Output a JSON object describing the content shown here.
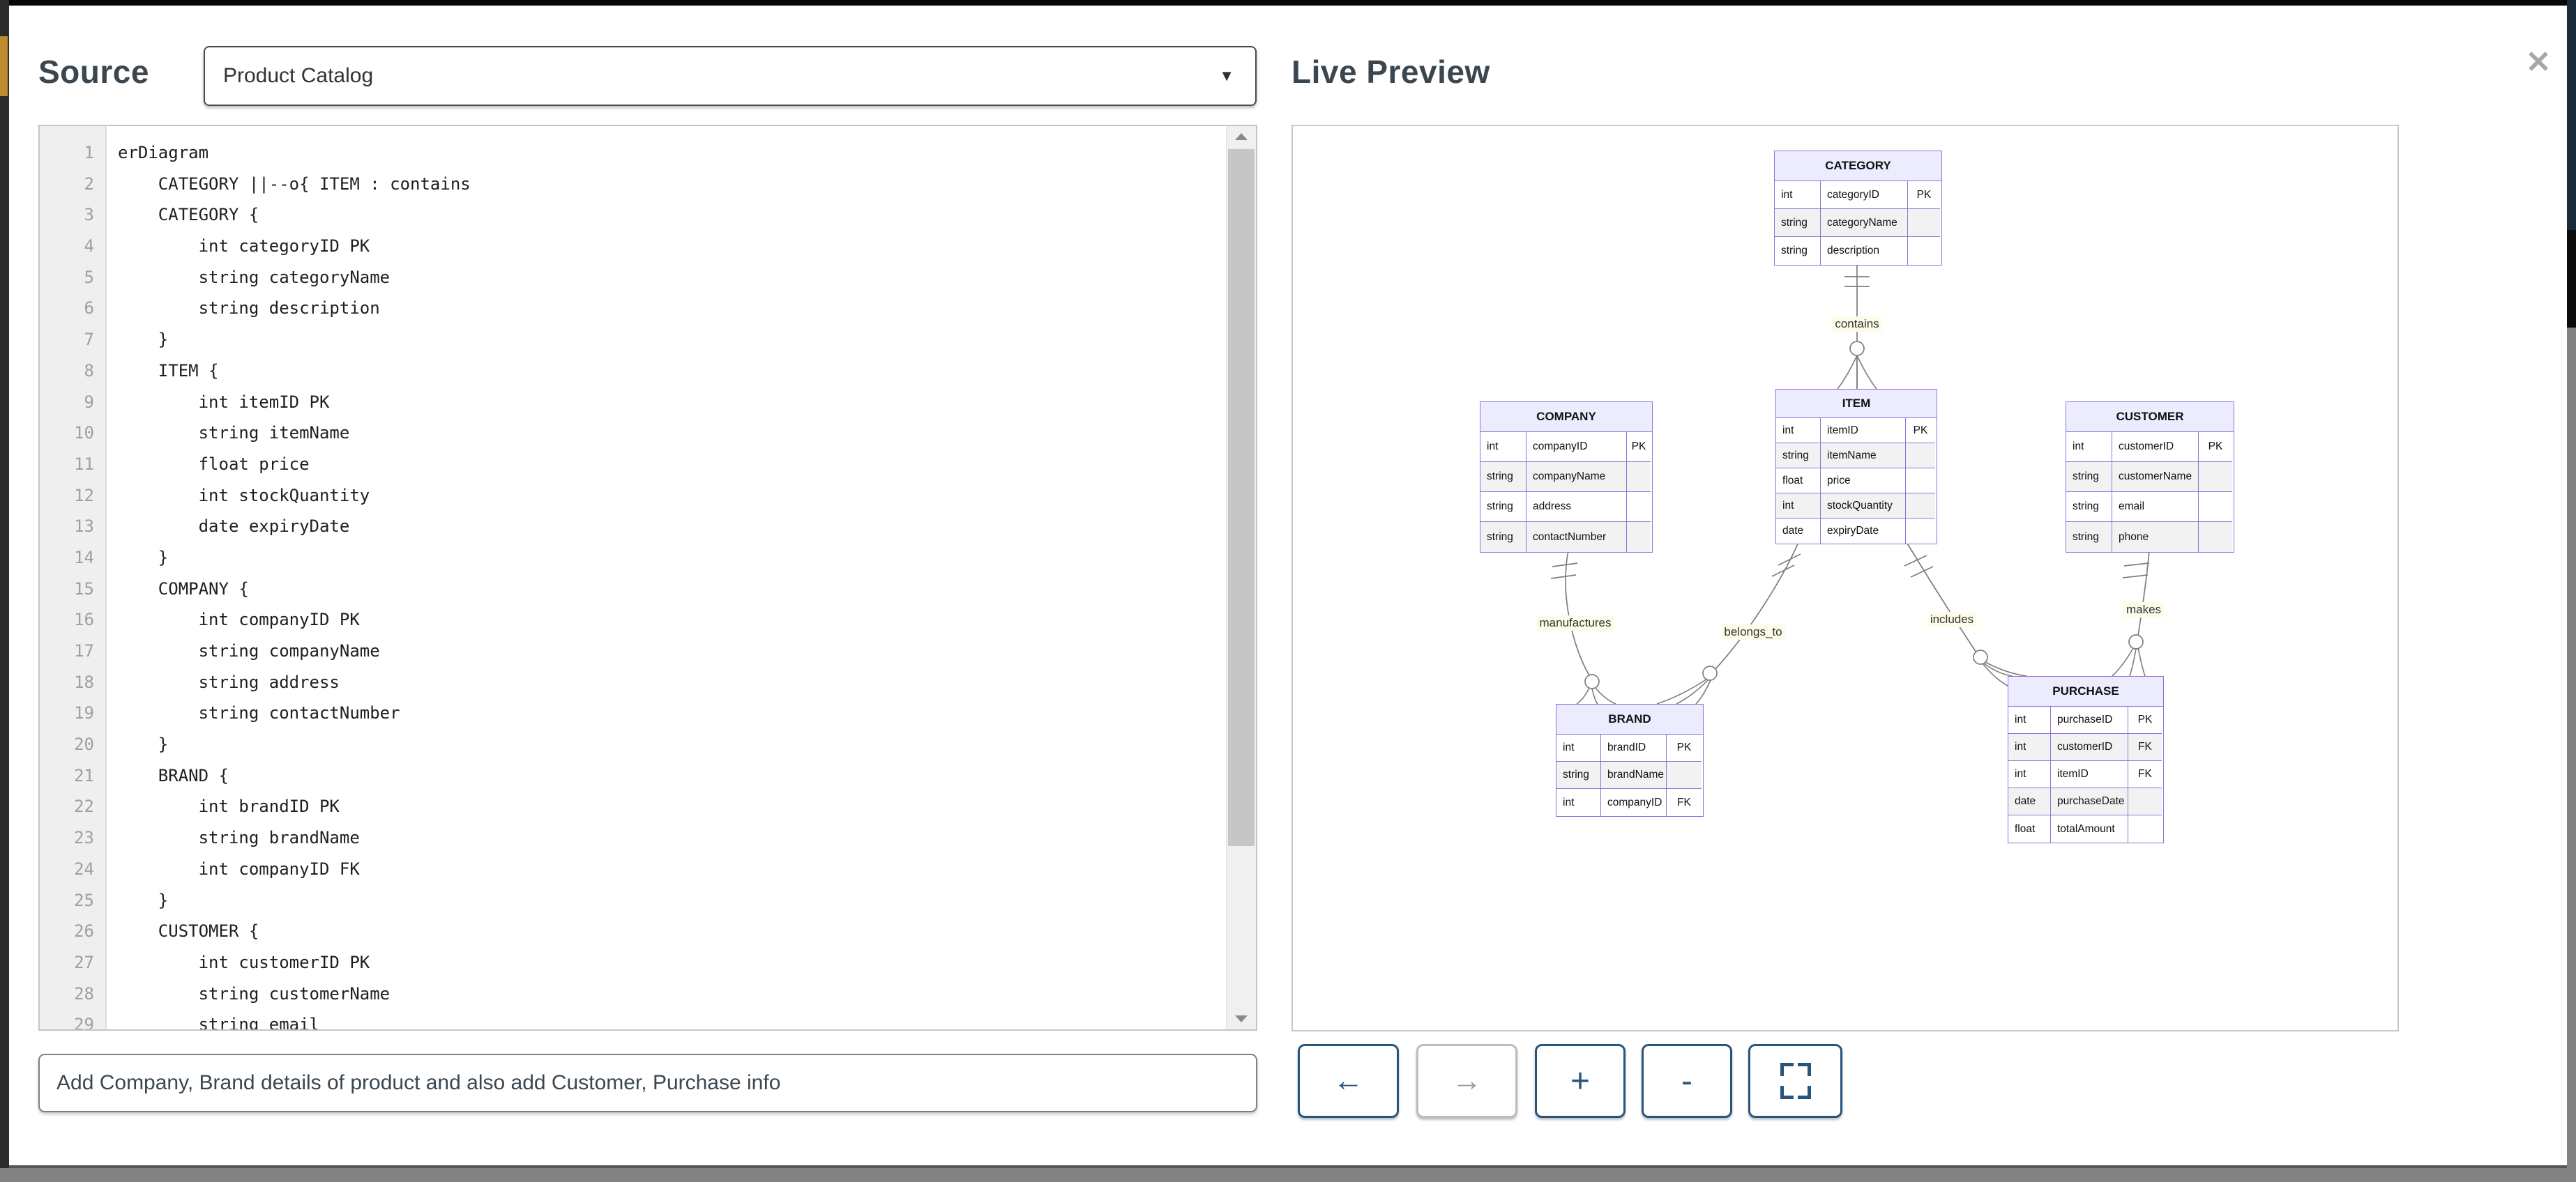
{
  "header": {
    "source_label": "Source",
    "dropdown_value": "Product Catalog",
    "live_preview_label": "Live Preview"
  },
  "icons": {
    "dropdown_arrow": "▼",
    "close": "✕",
    "back": "←",
    "forward": "→",
    "zoom_in": "+",
    "zoom_out": "-"
  },
  "editor": {
    "lines": [
      "erDiagram",
      "    CATEGORY ||--o{ ITEM : contains",
      "    CATEGORY {",
      "        int categoryID PK",
      "        string categoryName",
      "        string description",
      "    }",
      "    ITEM {",
      "        int itemID PK",
      "        string itemName",
      "        float price",
      "        int stockQuantity",
      "        date expiryDate",
      "    }",
      "    COMPANY {",
      "        int companyID PK",
      "        string companyName",
      "        string address",
      "        string contactNumber",
      "    }",
      "    BRAND {",
      "        int brandID PK",
      "        string brandName",
      "        int companyID FK",
      "    }",
      "    CUSTOMER {",
      "        int customerID PK",
      "        string customerName",
      "        string email"
    ]
  },
  "prompt_input": {
    "value": "Add Company, Brand details of product and also add Customer, Purchase info"
  },
  "diagram": {
    "entities": [
      {
        "name": "CATEGORY",
        "rows": [
          [
            "int",
            "categoryID",
            "PK"
          ],
          [
            "string",
            "categoryName",
            ""
          ],
          [
            "string",
            "description",
            ""
          ]
        ]
      },
      {
        "name": "ITEM",
        "rows": [
          [
            "int",
            "itemID",
            "PK"
          ],
          [
            "string",
            "itemName",
            ""
          ],
          [
            "float",
            "price",
            ""
          ],
          [
            "int",
            "stockQuantity",
            ""
          ],
          [
            "date",
            "expiryDate",
            ""
          ]
        ]
      },
      {
        "name": "COMPANY",
        "rows": [
          [
            "int",
            "companyID",
            "PK"
          ],
          [
            "string",
            "companyName",
            ""
          ],
          [
            "string",
            "address",
            ""
          ],
          [
            "string",
            "contactNumber",
            ""
          ]
        ]
      },
      {
        "name": "CUSTOMER",
        "rows": [
          [
            "int",
            "customerID",
            "PK"
          ],
          [
            "string",
            "customerName",
            ""
          ],
          [
            "string",
            "email",
            ""
          ],
          [
            "string",
            "phone",
            ""
          ]
        ]
      },
      {
        "name": "BRAND",
        "rows": [
          [
            "int",
            "brandID",
            "PK"
          ],
          [
            "string",
            "brandName",
            ""
          ],
          [
            "int",
            "companyID",
            "FK"
          ]
        ]
      },
      {
        "name": "PURCHASE",
        "rows": [
          [
            "int",
            "purchaseID",
            "PK"
          ],
          [
            "int",
            "customerID",
            "FK"
          ],
          [
            "int",
            "itemID",
            "FK"
          ],
          [
            "date",
            "purchaseDate",
            ""
          ],
          [
            "float",
            "totalAmount",
            ""
          ]
        ]
      }
    ],
    "relationships": [
      {
        "from": "CATEGORY",
        "to": "ITEM",
        "label": "contains"
      },
      {
        "from": "COMPANY",
        "to": "BRAND",
        "label": "manufactures"
      },
      {
        "from": "ITEM",
        "to": "BRAND",
        "label": "belongs_to"
      },
      {
        "from": "ITEM",
        "to": "PURCHASE",
        "label": "includes"
      },
      {
        "from": "CUSTOMER",
        "to": "PURCHASE",
        "label": "makes"
      }
    ],
    "colors": {
      "entity_header_bg": "#ECECFF",
      "entity_border": "#9370DB",
      "row_alt_bg": "#f2f2f2",
      "line": "#7d7d7d",
      "label_bg": "#fcfce8",
      "accent_button": "#27557e"
    }
  }
}
